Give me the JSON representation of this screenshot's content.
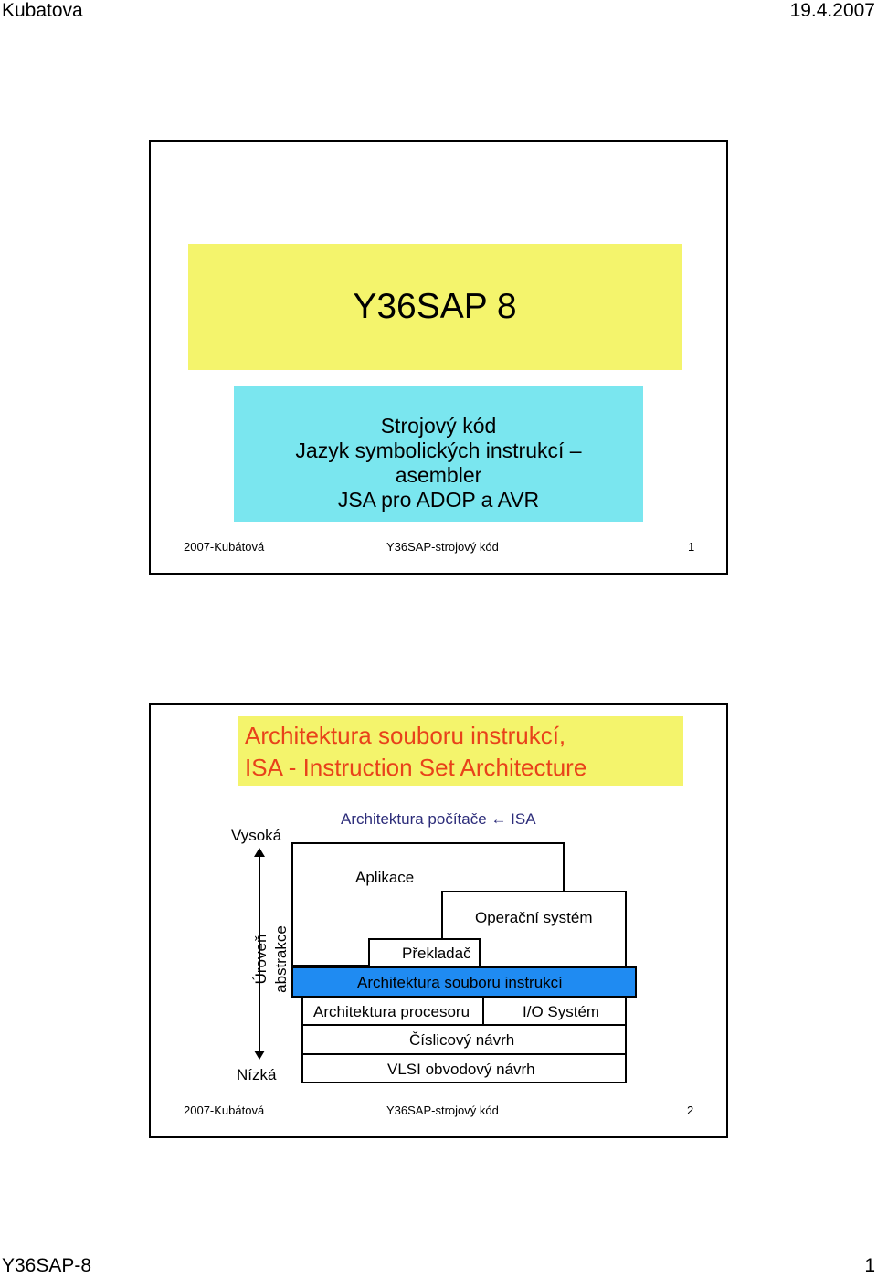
{
  "header": {
    "author": "Kubatova",
    "date": "19.4.2007"
  },
  "slide1": {
    "title": "Y36SAP 8",
    "topics": [
      "Strojový kód",
      "Jazyk symbolických instrukcí –",
      "asembler",
      "JSA pro ADOP a AVR"
    ],
    "footer": {
      "left": "2007-Kubátová",
      "center": "Y36SAP-strojový kód",
      "right": "1"
    }
  },
  "slide2": {
    "title_line1": "Architektura souboru instrukcí,",
    "title_line2": "ISA - Instruction Set Architecture",
    "subtitle_prefix": "Architektura počítače",
    "subtitle_suffix": "ISA",
    "axis": {
      "high": "Vysoká",
      "low": "Nízká",
      "label_line1": "Úroveň",
      "label_line2": "abstrakce"
    },
    "layers": {
      "applications": "Aplikace",
      "os": "Operační systém",
      "compiler": "Překladač",
      "isa": "Architektura souboru instrukcí",
      "processor": "Architektura procesoru",
      "io": "I/O Systém",
      "digital": "Číslicový návrh",
      "vlsi": "VLSI obvodový návrh"
    },
    "footer": {
      "left": "2007-Kubátová",
      "center": "Y36SAP-strojový kód",
      "right": "2"
    }
  },
  "page_footer": {
    "left": "Y36SAP-8",
    "right": "1"
  },
  "colors": {
    "yellow": "#f4f46c",
    "cyan": "#7ae6ef",
    "title_red": "#e8421a",
    "isa_blue": "#1f8bf2",
    "navy": "#2d2d7a"
  }
}
